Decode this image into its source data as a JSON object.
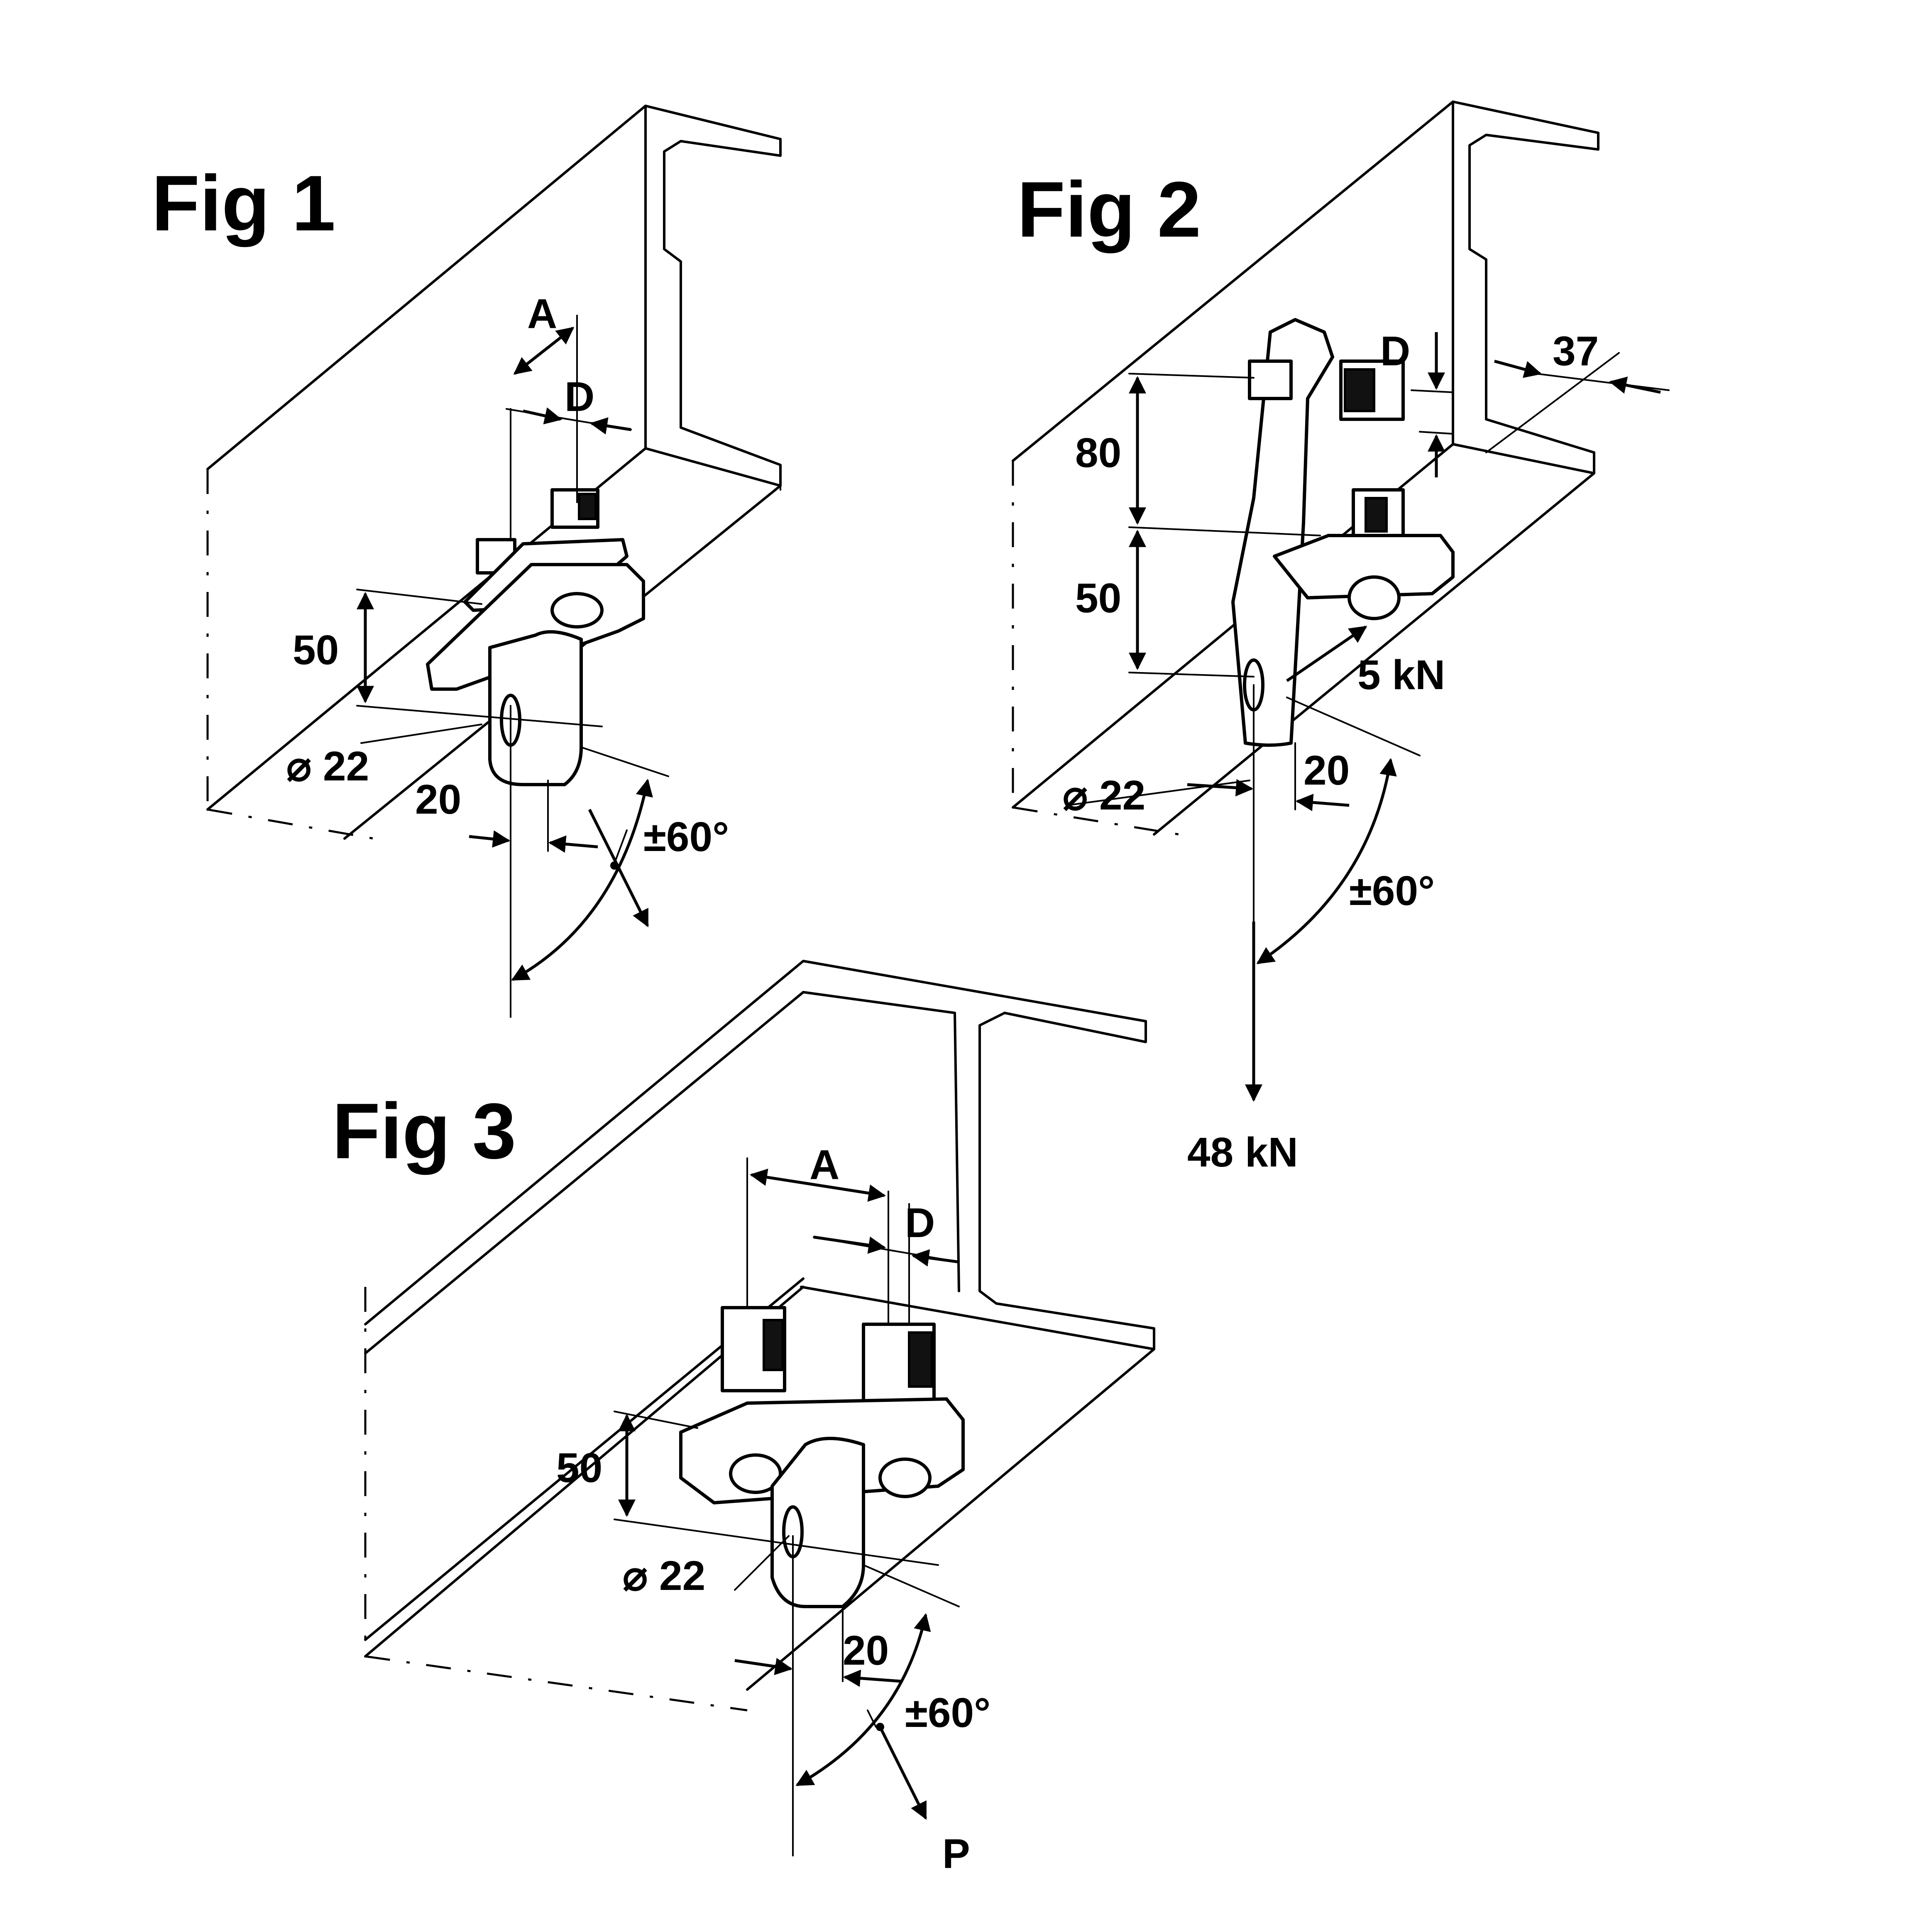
{
  "figures": {
    "fig1": {
      "title": "Fig 1",
      "labels": {
        "a": "A",
        "d": "D",
        "height": "50",
        "diameter": "⌀ 22",
        "offset": "20",
        "angle": "±60°"
      }
    },
    "fig2": {
      "title": "Fig 2",
      "labels": {
        "d": "D",
        "width": "37",
        "upper": "80",
        "lower": "50",
        "side_load": "5 kN",
        "diameter": "⌀ 22",
        "offset": "20",
        "angle": "±60°",
        "load": "48 kN"
      }
    },
    "fig3": {
      "title": "Fig 3",
      "labels": {
        "a": "A",
        "d": "D",
        "height": "50",
        "diameter": "⌀ 22",
        "offset": "20",
        "angle": "±60°",
        "force": "P"
      }
    }
  }
}
